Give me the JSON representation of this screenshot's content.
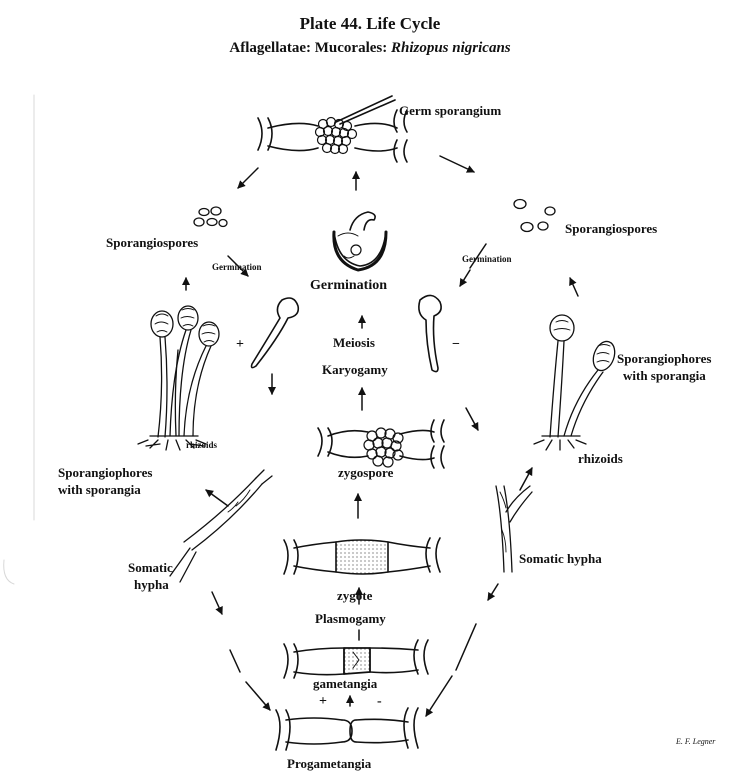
{
  "title": {
    "line1": "Plate 44.  Life Cycle",
    "line2_prefix": "Aflagellatae: Mucorales: ",
    "line2_species": "Rhizopus nigricans"
  },
  "labels": {
    "germ_sporangium": "Germ sporangium",
    "sporangiospores_left": "Sporangiospores",
    "sporangiospores_right": "Sporangiospores",
    "germination_small_left": "Germination",
    "germination_small_right": "Germination",
    "germination_center": "Germination",
    "meiosis": "Meiosis",
    "karyogamy": "Karyogamy",
    "zygospore": "zygospore",
    "zygote": "zygote",
    "plasmogamy": "Plasmogamy",
    "gametangia": "gametangia",
    "progametangia": "Progametangia",
    "plus_top": "+",
    "minus_top": "−",
    "plus_bottom": "+",
    "minus_bottom": "-",
    "rhizoids_left": "rhizoids",
    "rhizoids_right": "rhizoids",
    "sporangiophores_left_1": "Sporangiophores",
    "sporangiophores_left_2": "with sporangia",
    "sporangiophores_right_1": "Sporangiophores",
    "sporangiophores_right_2": "with sporangia",
    "somatic_left_1": "Somatic",
    "somatic_left_2": "hypha",
    "somatic_right": "Somatic hypha",
    "credit": "E. F. Legner"
  }
}
